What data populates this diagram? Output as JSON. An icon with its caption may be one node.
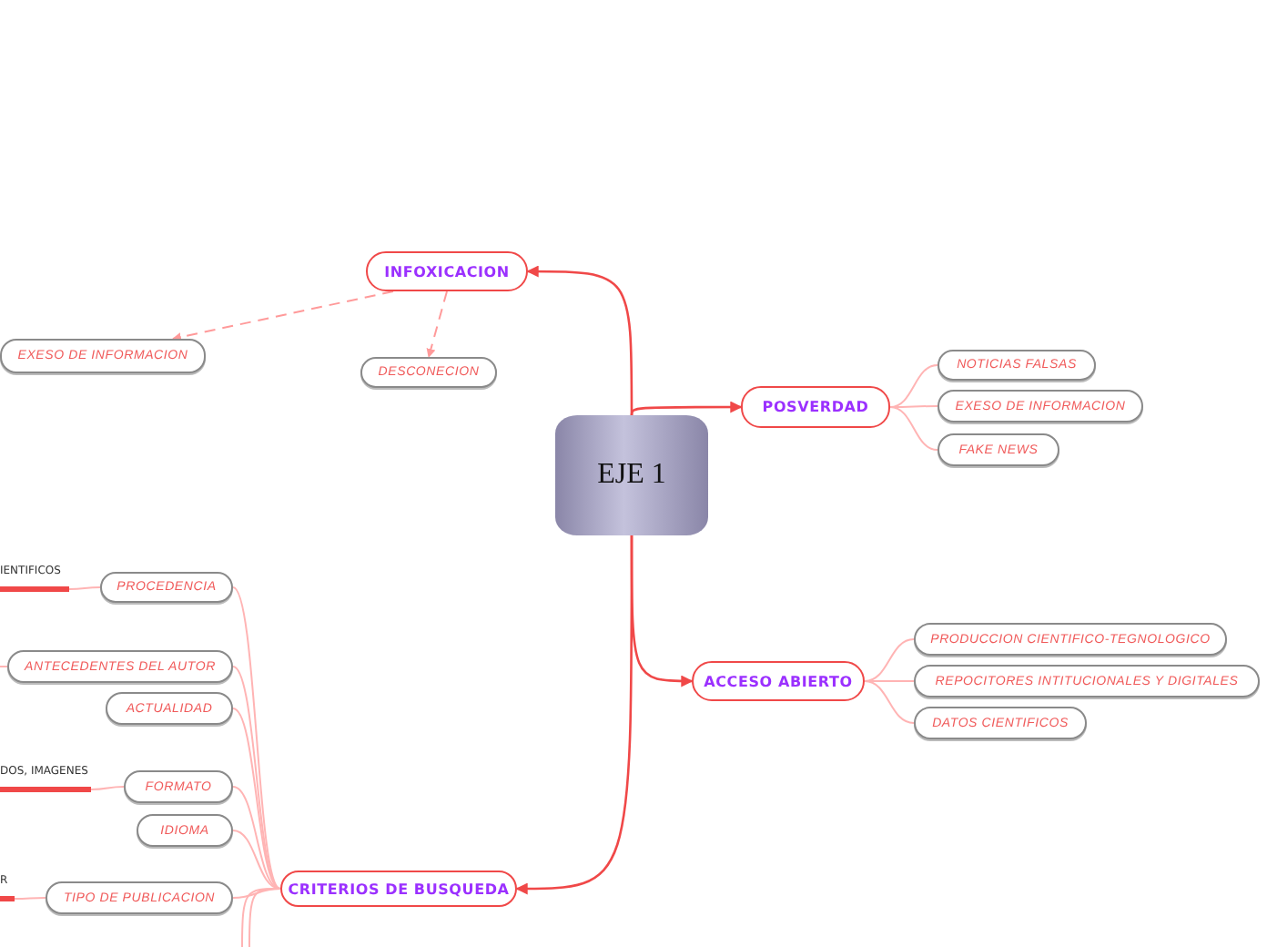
{
  "diagram": {
    "nodes": [
      {
        "text": [
          "EJE 1"
        ]
      },
      {
        "text": [
          "INFOXICACION"
        ]
      },
      {
        "text": [
          "EXESO DE INFORMACION"
        ]
      },
      {
        "text": [
          "DESCONECION"
        ]
      },
      {
        "text": [
          "POSVERDAD"
        ]
      },
      {
        "text": [
          "NOTICIAS FALSAS"
        ]
      },
      {
        "text": [
          "EXESO DE INFORMACION"
        ]
      },
      {
        "text": [
          "FAKE NEWS"
        ]
      },
      {
        "text": [
          "ACCESO ABIERTO"
        ]
      },
      {
        "text": [
          "PRODUCCION CIENTIFICO-TEGNOLOGICO"
        ]
      },
      {
        "text": [
          "REPOCITORES INTITUCIONALES Y DIGITALES"
        ]
      },
      {
        "text": [
          "DATOS CIENTIFICOS"
        ]
      },
      {
        "text": [
          "CRITERIOS DE BUSQUEDA"
        ]
      },
      {
        "text": [
          "PROCEDENCIA"
        ]
      },
      {
        "text": [
          "IENTIFICOS"
        ]
      },
      {
        "text": [
          "ANTECEDENTES DEL AUTOR"
        ]
      },
      {
        "text": [
          "ACTUALIDAD"
        ]
      },
      {
        "text": [
          "FORMATO"
        ]
      },
      {
        "text": [
          "DOS, IMAGENES"
        ]
      },
      {
        "text": [
          "IDIOMA"
        ]
      },
      {
        "text": [
          "TIPO DE PUBLICACION"
        ]
      },
      {
        "text": [
          "R"
        ]
      }
    ],
    "edges": [
      {
        "from": 0,
        "to": 1,
        "arrow": "to",
        "color": "#f04848"
      },
      {
        "from": 1,
        "to": 2,
        "arrow": "to",
        "style": "dashed"
      },
      {
        "from": 1,
        "to": 3,
        "arrow": "to",
        "style": "dashed"
      },
      {
        "from": 0,
        "to": 4,
        "arrow": "to",
        "color": "#f04848"
      },
      {
        "from": 4,
        "to": 5,
        "arrow": "none"
      },
      {
        "from": 4,
        "to": 6,
        "arrow": "none"
      },
      {
        "from": 4,
        "to": 7,
        "arrow": "none"
      },
      {
        "from": 0,
        "to": 8,
        "arrow": "to",
        "color": "#f04848"
      },
      {
        "from": 8,
        "to": 9,
        "arrow": "none"
      },
      {
        "from": 8,
        "to": 10,
        "arrow": "none"
      },
      {
        "from": 8,
        "to": 11,
        "arrow": "none"
      },
      {
        "from": 0,
        "to": 12,
        "arrow": "to",
        "color": "#f04848"
      },
      {
        "from": 12,
        "to": 13,
        "arrow": "none"
      },
      {
        "from": 13,
        "to": 14,
        "arrow": "none"
      },
      {
        "from": 12,
        "to": 15,
        "arrow": "none"
      },
      {
        "from": 15,
        "to": null,
        "arrow": "none"
      },
      {
        "from": 12,
        "to": 16,
        "arrow": "none"
      },
      {
        "from": 12,
        "to": 17,
        "arrow": "none"
      },
      {
        "from": 17,
        "to": 18,
        "arrow": "none"
      },
      {
        "from": 12,
        "to": 19,
        "arrow": "none"
      },
      {
        "from": 12,
        "to": 20,
        "arrow": "none"
      },
      {
        "from": 20,
        "to": 21,
        "arrow": "none"
      },
      {
        "from": 12,
        "to": null,
        "arrow": "none"
      },
      {
        "from": 12,
        "to": null,
        "arrow": "none"
      }
    ]
  }
}
